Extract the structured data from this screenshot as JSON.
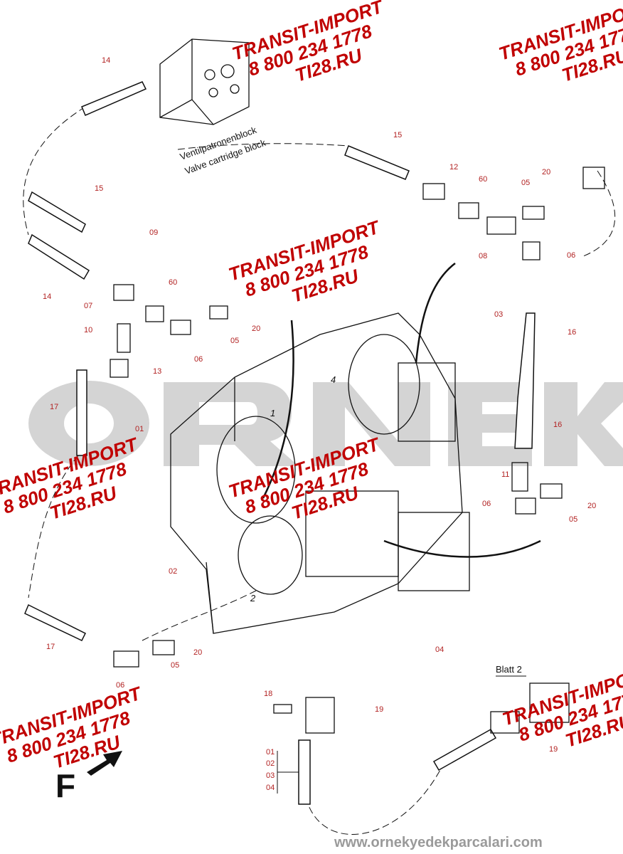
{
  "diagram": {
    "block_label_de": "Ventilpatronenblock",
    "block_label_en": "Valve cartridge block",
    "sheet_ref": "Blatt 2",
    "direction_marker": "F",
    "pump_numbers": [
      "1",
      "2",
      "4"
    ],
    "callouts": [
      {
        "id": "c14a",
        "text": "14"
      },
      {
        "id": "c15a",
        "text": "15"
      },
      {
        "id": "c12",
        "text": "12"
      },
      {
        "id": "c60a",
        "text": "60"
      },
      {
        "id": "c05a",
        "text": "05"
      },
      {
        "id": "c20a",
        "text": "20"
      },
      {
        "id": "c15b",
        "text": "15"
      },
      {
        "id": "c09",
        "text": "09"
      },
      {
        "id": "c14b",
        "text": "14"
      },
      {
        "id": "c60b",
        "text": "60"
      },
      {
        "id": "c07",
        "text": "07"
      },
      {
        "id": "c10",
        "text": "10"
      },
      {
        "id": "c20b",
        "text": "20"
      },
      {
        "id": "c05b",
        "text": "05"
      },
      {
        "id": "c06a",
        "text": "06"
      },
      {
        "id": "c13",
        "text": "13"
      },
      {
        "id": "c08",
        "text": "08"
      },
      {
        "id": "c06b",
        "text": "06"
      },
      {
        "id": "c03",
        "text": "03"
      },
      {
        "id": "c16a",
        "text": "16"
      },
      {
        "id": "c17a",
        "text": "17"
      },
      {
        "id": "c01",
        "text": "01"
      },
      {
        "id": "c16b",
        "text": "16"
      },
      {
        "id": "c11",
        "text": "11"
      },
      {
        "id": "c06c",
        "text": "06"
      },
      {
        "id": "c05c",
        "text": "05"
      },
      {
        "id": "c20c",
        "text": "20"
      },
      {
        "id": "c02",
        "text": "02"
      },
      {
        "id": "c04",
        "text": "04"
      },
      {
        "id": "c17b",
        "text": "17"
      },
      {
        "id": "c05d",
        "text": "05"
      },
      {
        "id": "c20d",
        "text": "20"
      },
      {
        "id": "c06d",
        "text": "06"
      },
      {
        "id": "c18",
        "text": "18"
      },
      {
        "id": "c19a",
        "text": "19"
      },
      {
        "id": "c19b",
        "text": "19"
      },
      {
        "id": "c01b",
        "text": "01"
      },
      {
        "id": "c02b",
        "text": "02"
      },
      {
        "id": "c03b",
        "text": "03"
      },
      {
        "id": "c04b",
        "text": "04"
      }
    ]
  },
  "watermarks": {
    "brand": "ORNEK",
    "site": "www.ornekyedekparcalari.com",
    "stamp_line1": "TRANSIT-IMPORT",
    "stamp_line2": "8 800 234 1778",
    "stamp_line3": "TI28.RU"
  }
}
